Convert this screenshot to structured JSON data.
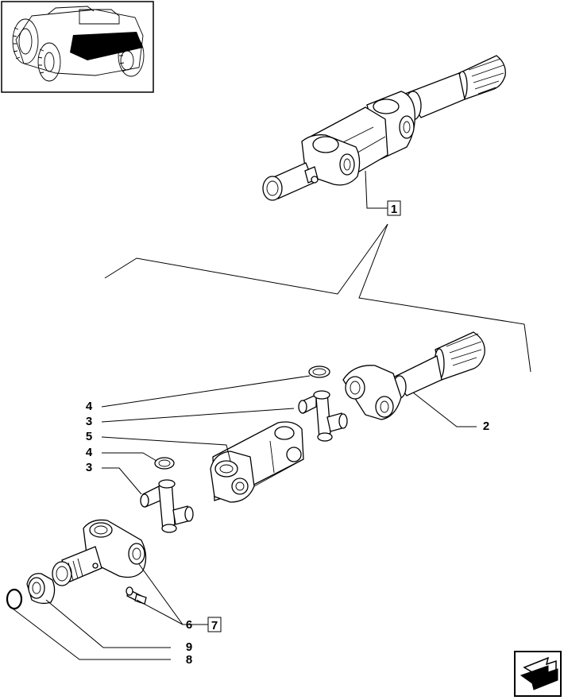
{
  "diagram": {
    "callouts": {
      "c1": "1",
      "c2": "2",
      "c3a": "3",
      "c3b": "3",
      "c4a": "4",
      "c4b": "4",
      "c5": "5",
      "c6": "6",
      "c7": "7",
      "c8": "8",
      "c9": "9"
    },
    "icons": {
      "thumbnail": "tractor-front-axle-thumbnail-icon",
      "navigation": "next-page-arrow-icon"
    },
    "colors": {
      "line": "#000000",
      "background": "#ffffff",
      "highlight": "#000000"
    }
  }
}
